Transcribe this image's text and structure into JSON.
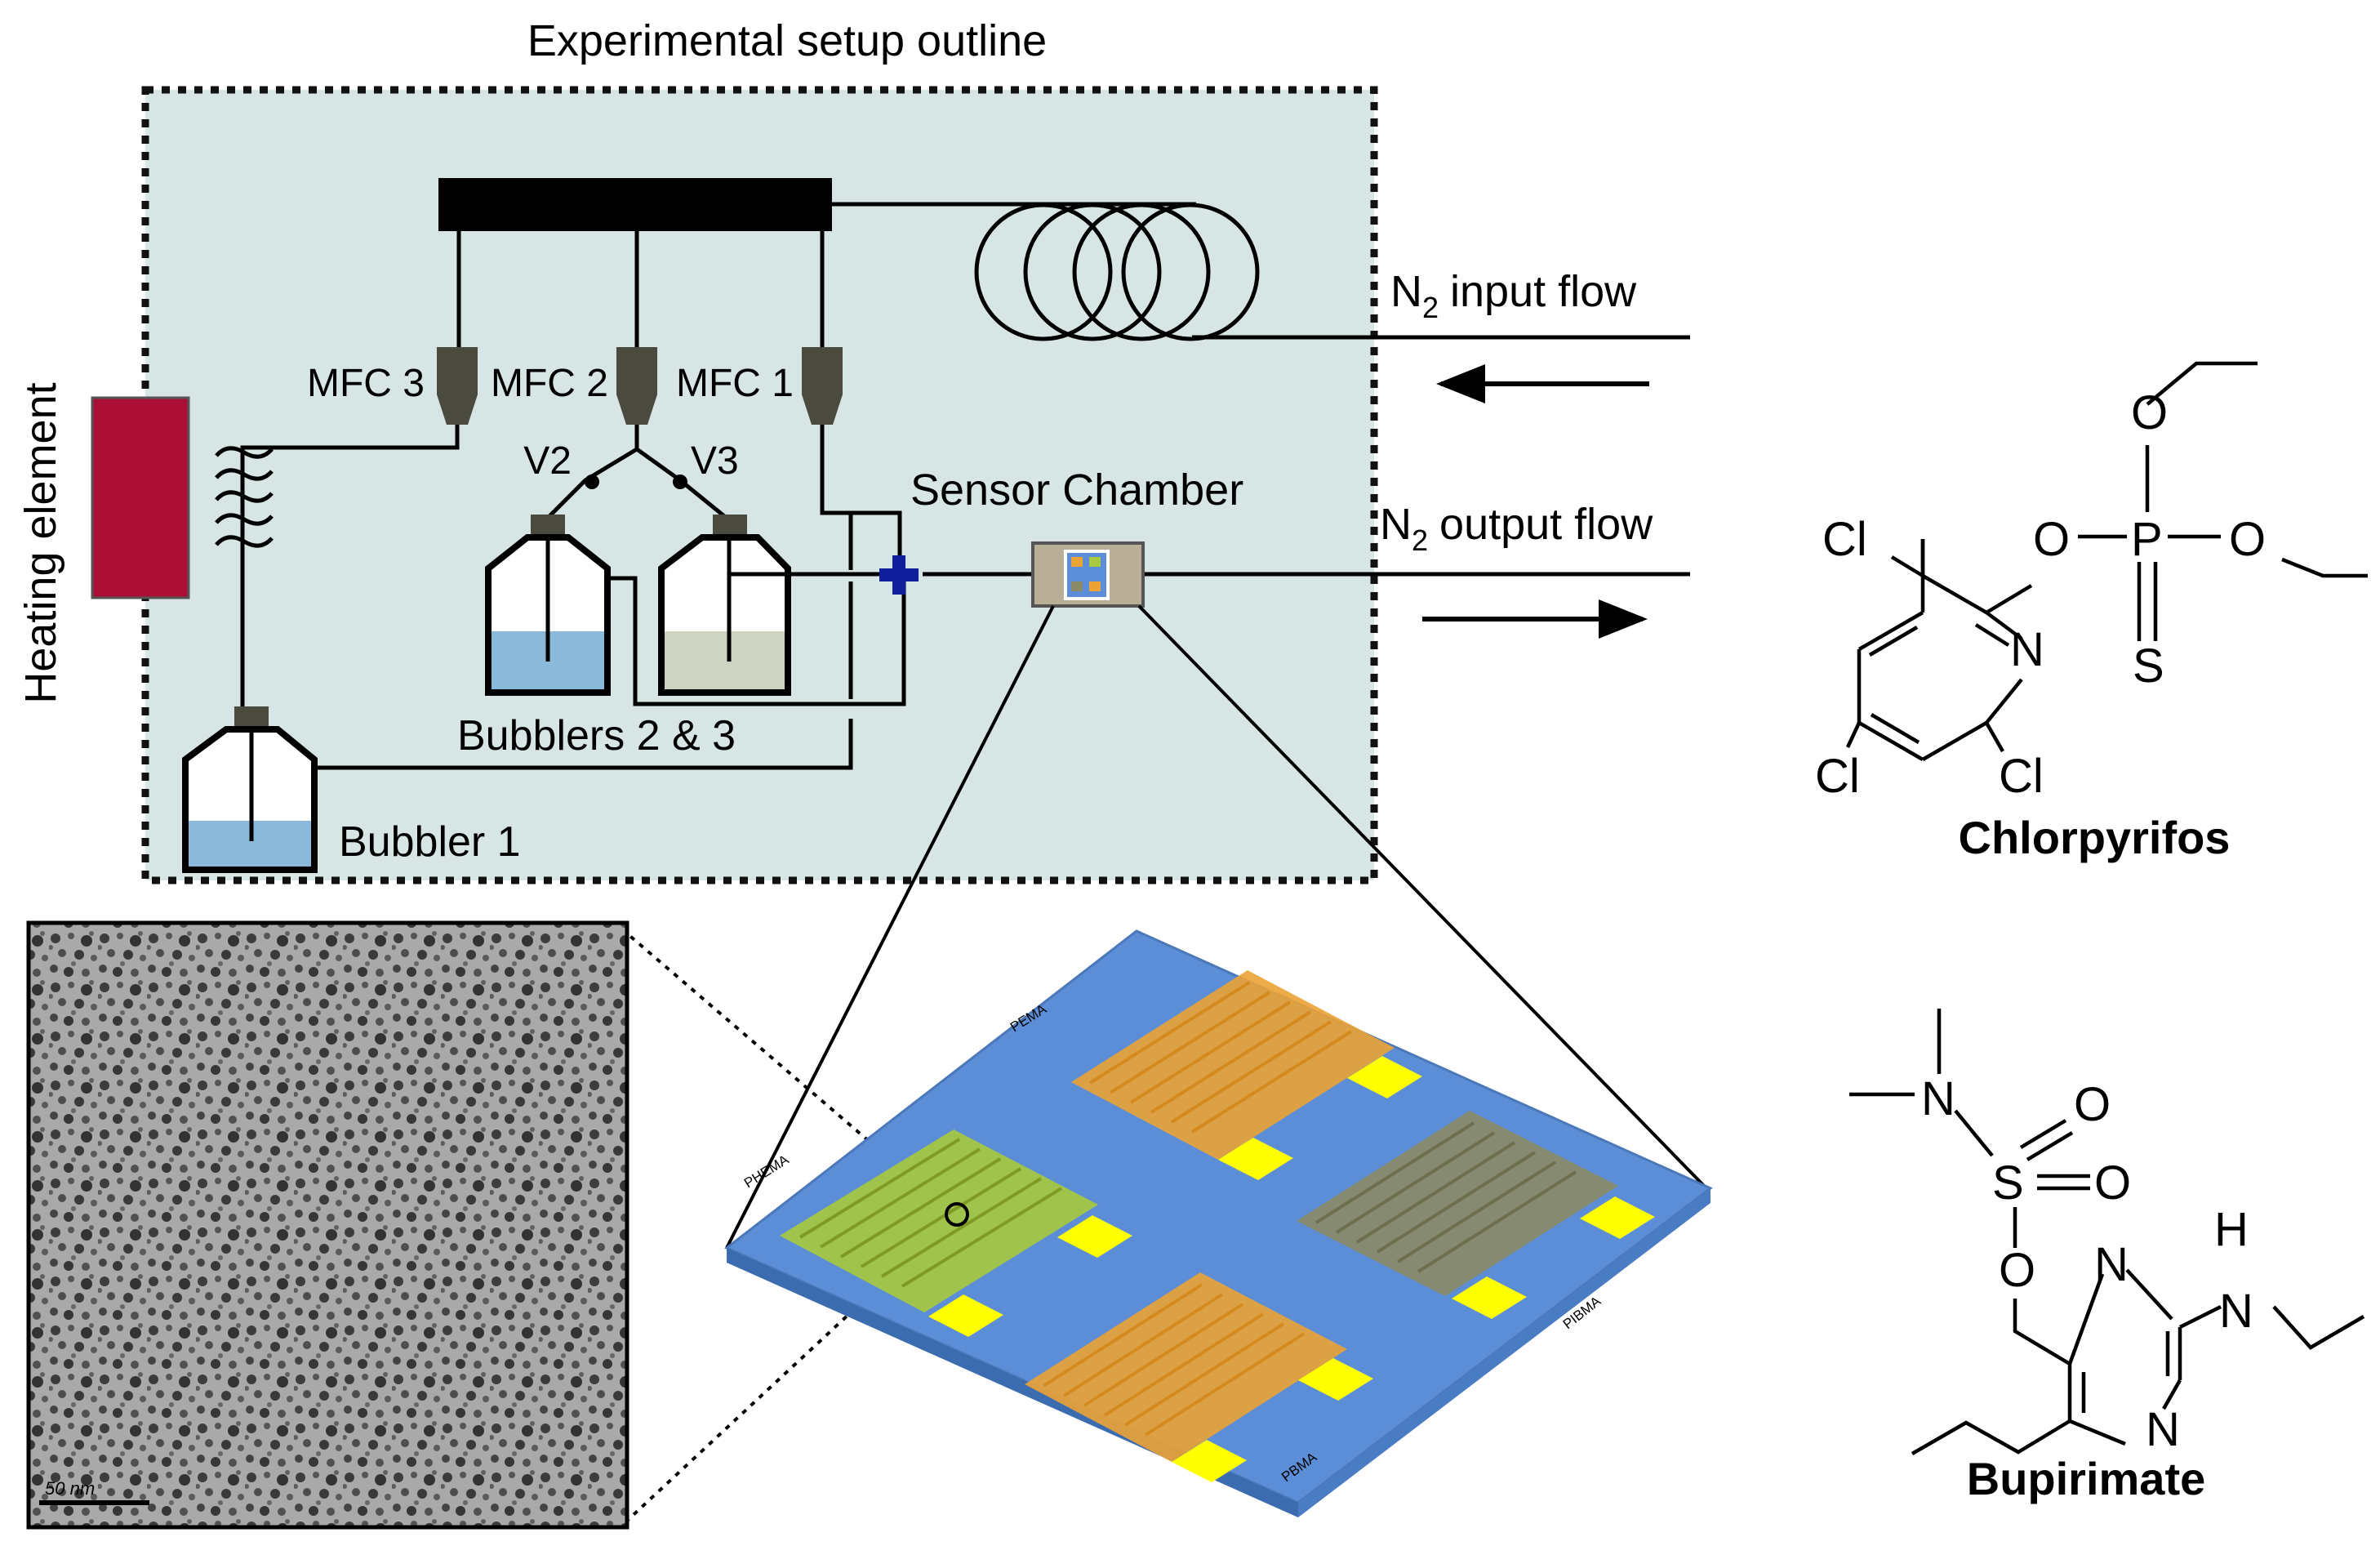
{
  "setup": {
    "title": "Experimental setup outline",
    "heating_element": "Heating element",
    "mfc3": "MFC 3",
    "mfc2": "MFC 2",
    "mfc1": "MFC 1",
    "valve_v2": "V2",
    "valve_v3": "V3",
    "bubbler1": "Bubbler 1",
    "bubblers23": "Bubblers 2 & 3",
    "sensor_chamber": "Sensor Chamber",
    "input_flow": {
      "species": "N",
      "subscript": "2",
      "text": "input flow"
    },
    "output_flow": {
      "species": "N",
      "subscript": "2",
      "text": "output flow"
    }
  },
  "sensor_array": {
    "labels": [
      "PEMA",
      "PHEMA",
      "PIBMA",
      "PBMA"
    ]
  },
  "micrograph": {
    "scale_bar": "50 nm"
  },
  "chlorpyrifos": {
    "name": "Chlorpyrifos",
    "atoms": {
      "cl_top": "Cl",
      "cl_left": "Cl",
      "cl_right": "Cl",
      "n": "N",
      "o_ring": "O",
      "o_top": "O",
      "o_right": "O",
      "p": "P",
      "s": "S"
    }
  },
  "bupirimate": {
    "name": "Bupirimate",
    "atoms": {
      "n_amine": "N",
      "s": "S",
      "o_top": "O",
      "o_mid": "O",
      "o_ester": "O",
      "n_ring_top": "N",
      "n_ring_bottom": "N",
      "h": "H",
      "n_ethyl": "N"
    }
  },
  "colors": {
    "setup_bg": "#d7e5e5",
    "heater": "#ab0f35",
    "mfc": "#4a4a3e",
    "water": "#8ab9d9",
    "analyte": "#ced4c2",
    "cross_valve": "#0f1e9a",
    "chamber": "#b9ae96",
    "chip": "#5b8ed6",
    "pad": "#ffff00",
    "electrode_orange": "#eba335",
    "electrode_green": "#a6c93f",
    "electrode_gray": "#8a8a66"
  }
}
